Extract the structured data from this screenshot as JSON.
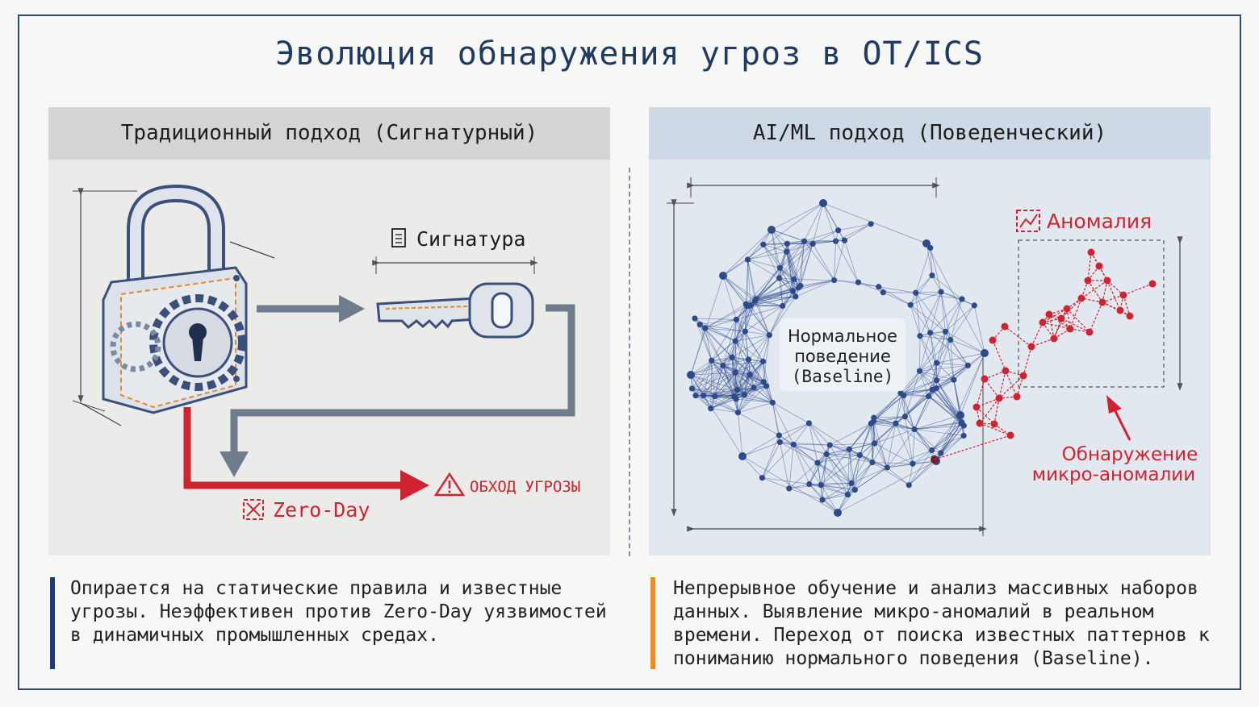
{
  "title": "Эволюция обнаружения угроз в OT/ICS",
  "left": {
    "heading": "Традиционный подход (Сигнатурный)",
    "signature_label": "Сигнатура",
    "zero_day_label": "Zero-Day",
    "bypass_label": "ОБХОД УГРОЗЫ",
    "description": "Опирается на статические правила и известные угрозы. Неэффективен против Zero-Day уязвимостей в динамичных промышленных средах.",
    "bar_color": "#1e3a78"
  },
  "right": {
    "heading": "AI/ML подход (Поведенческий)",
    "baseline_line1": "Нормальное",
    "baseline_line2": "поведение",
    "baseline_line3": "(Baseline)",
    "anomaly_label": "Аномалия",
    "micro_line1": "Обнаружение",
    "micro_line2": "микро-аномалии",
    "description": "Непрерывное обучение и анализ массивных наборов данных. Выявление микро-аномалий в реальном времени. Переход от поиска известных паттернов к пониманию нормального поведения (Baseline).",
    "bar_color": "#f08a22"
  },
  "colors": {
    "navy": "#1f3a63",
    "alert_red": "#d0222f",
    "network_blue": "#2d4a8c",
    "arrow_gray": "#6f7c8c"
  }
}
